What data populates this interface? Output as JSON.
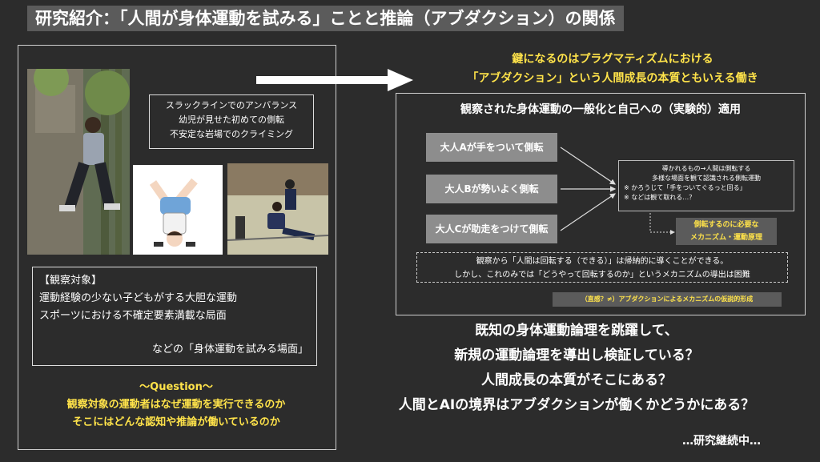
{
  "title": "研究紹介：「人間が身体運動を試みる」ことと推論（アブダクション）の関係",
  "left": {
    "captions": [
      "スラックラインでのアンバランス",
      "幼児が見せた初めての側転",
      "不安定な岩場でのクライミング"
    ],
    "observation": {
      "heading": "【観察対象】",
      "lines": [
        "運動経験の少ない子どもがする大胆な運動",
        "スポーツにおける不確定要素満載な局面"
      ],
      "note": "などの「身体運動を試みる場面」"
    },
    "question": {
      "heading": "〜Question〜",
      "lines": [
        "観察対象の運動者はなぜ運動を実行できるのか",
        "そこにはどんな認知や推論が働いているのか"
      ]
    }
  },
  "right": {
    "key_lines": [
      "鍵になるのはプラグマティズムにおける",
      "「アブダクション」という人間成長の本質ともいえる働き"
    ],
    "panel_title": "観察された身体運動の一般化と自己への（実験的）適用",
    "adults": [
      "大人Aが手をついて側転",
      "大人Bが勢いよく側転",
      "大人Cが助走をつけて側転"
    ],
    "derived": [
      "導かれるもの→人間は側転する",
      "多様な場面を観て認識される側転運動",
      "※ かろうじて「手をついてぐるっと回る」",
      "※ などは観て取れる…？"
    ],
    "mechanism": [
      "側転するのに必要な",
      "メカニズム・運動原理"
    ],
    "induction": [
      "観察から「人間は回転する（できる）」は帰納的に導くことができる。",
      "しかし、これのみでは「どうやって回転するのか」というメカニズムの導出は困難"
    ],
    "abduction": "（直感？≠）アブダクションによるメカニズムの仮説的形成",
    "questions": [
      "既知の身体運動論理を跳躍して、",
      "新規の運動論理を導出し検証している？",
      "人間成長の本質がそこにある？",
      "人間とAIの境界はアブダクションが働くかどうかにある？"
    ],
    "continuing": "…研究継続中…"
  }
}
